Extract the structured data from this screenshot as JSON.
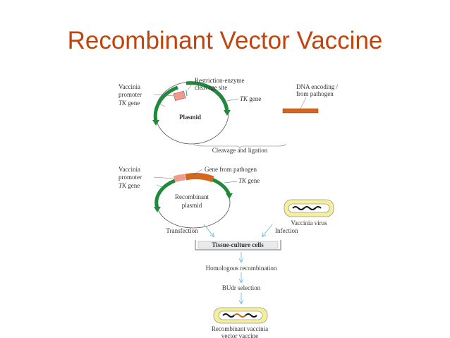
{
  "title": "Recombinant Vector Vaccine",
  "diagram": {
    "plasmid1": {
      "vaccinia_promoter": [
        "Vaccinia",
        "promoter"
      ],
      "tk_gene_left": {
        "italic": "TK",
        "rest": " gene"
      },
      "tk_gene_right": {
        "italic": "TK",
        "rest": " gene"
      },
      "restriction_site": [
        "Restriction-enzyme",
        "cleavage site"
      ],
      "center": "Plasmid"
    },
    "dna": [
      "DNA encoding /",
      "from pathogen"
    ],
    "cleavage": "Cleavage and ligation",
    "plasmid2": {
      "vaccinia_promoter": [
        "Vaccinia",
        "promoter"
      ],
      "tk_gene_left": {
        "italic": "TK",
        "rest": " gene"
      },
      "tk_gene_right": {
        "italic": "TK",
        "rest": " gene"
      },
      "gene_label": "Gene from pathogen",
      "center": [
        "Recombinant",
        "plasmid"
      ]
    },
    "virus": "Vaccinia virus",
    "transfection": "Transfection",
    "infection": "Infection",
    "tissue": "Tissue-culture cells",
    "homologous": "Homologous recombination",
    "budr": "BUdr selection",
    "result": [
      "Recombinant vaccinia",
      "vector vaccine"
    ],
    "colors": {
      "title": "#c1440e",
      "tk_gene": "#1e8a3a",
      "promoter": "#f09a8e",
      "pathogen_gene": "#d4661e",
      "virus": "#f5ef9a",
      "arrow": "#7fc4dc"
    }
  }
}
